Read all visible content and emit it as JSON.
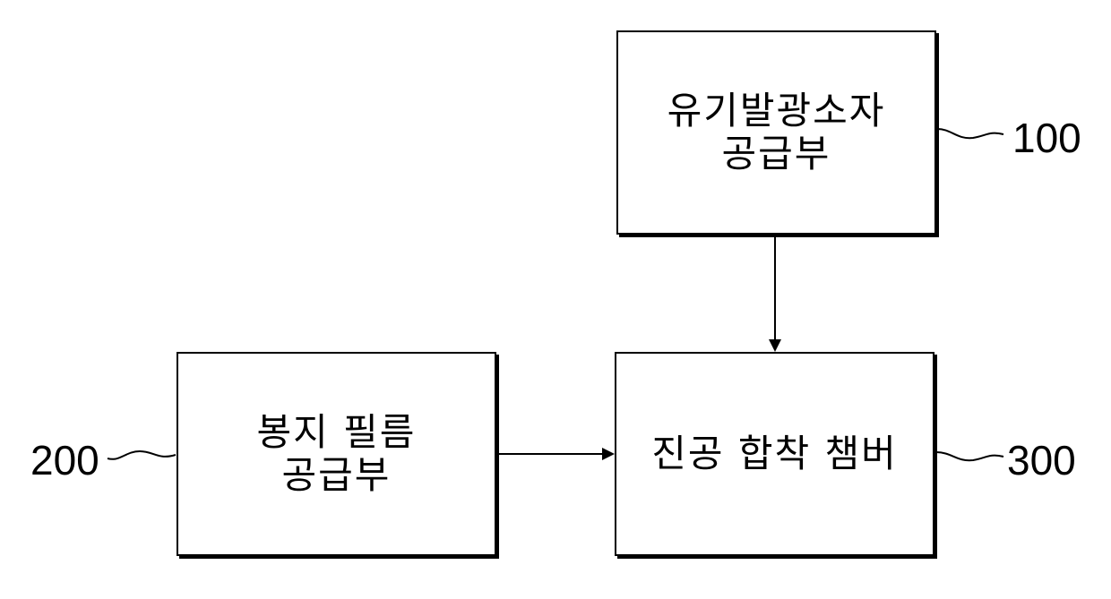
{
  "blocks": {
    "organic_light_emitting_device_supply": {
      "line1": "유기발광소자",
      "line2": "공급부",
      "ref": "100"
    },
    "encapsulation_film_supply": {
      "line1": "봉지 필름",
      "line2": "공급부",
      "ref": "200"
    },
    "vacuum_bonding_chamber": {
      "line1": "진공 합착 챔버",
      "ref": "300"
    }
  }
}
